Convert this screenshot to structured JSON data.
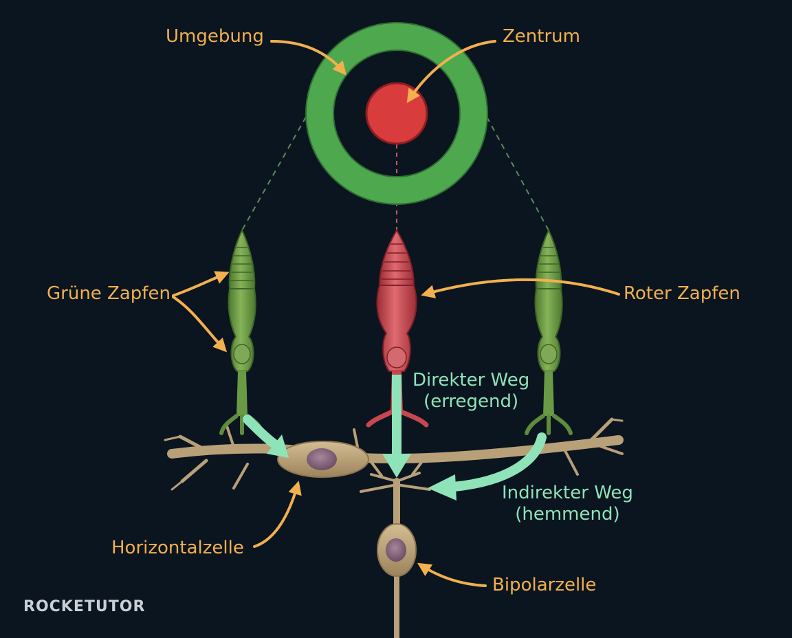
{
  "labels": {
    "surround": "Umgebung",
    "center": "Zentrum",
    "green_cones": "Grüne Zapfen",
    "red_cone": "Roter Zapfen",
    "direct_path_line1": "Direkter Weg",
    "direct_path_line2": "(erregend)",
    "indirect_path_line1": "Indirekter Weg",
    "indirect_path_line2": "(hemmend)",
    "horizontal_cell": "Horizontalzelle",
    "bipolar_cell": "Bipolarzelle"
  },
  "logo": {
    "text": "ROCKETUTOR"
  },
  "colors": {
    "background": "#0b1520",
    "label_orange": "#f2b04e",
    "path_mint": "#8fe3b8",
    "surround_green": "#4ea84e",
    "center_red": "#d93c3c",
    "cone_green": "#6a9a45",
    "cone_red": "#c8474f",
    "cell_beige": "#b8a078"
  }
}
